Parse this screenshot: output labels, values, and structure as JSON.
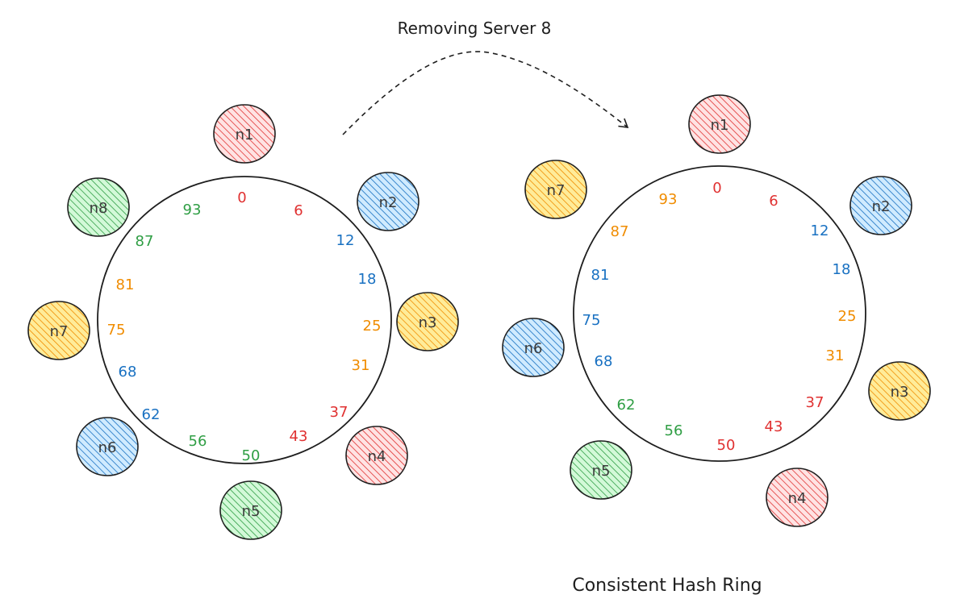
{
  "arrow_label": "Removing Server 8",
  "caption": "Consistent Hash Ring",
  "colors": {
    "red": "#e03131",
    "blue": "#1971c2",
    "green": "#2f9e44",
    "orange": "#f08c00",
    "stroke": "#1e1e1e"
  },
  "rings": [
    {
      "name": "ring-before",
      "nodes": [
        {
          "label": "n1",
          "color": "red"
        },
        {
          "label": "n2",
          "color": "blue"
        },
        {
          "label": "n3",
          "color": "orange"
        },
        {
          "label": "n4",
          "color": "red"
        },
        {
          "label": "n5",
          "color": "green"
        },
        {
          "label": "n6",
          "color": "blue"
        },
        {
          "label": "n7",
          "color": "orange"
        },
        {
          "label": "n8",
          "color": "green"
        }
      ],
      "numbers": [
        {
          "text": "0",
          "color": "red"
        },
        {
          "text": "6",
          "color": "red"
        },
        {
          "text": "12",
          "color": "blue"
        },
        {
          "text": "18",
          "color": "blue"
        },
        {
          "text": "25",
          "color": "orange"
        },
        {
          "text": "31",
          "color": "orange"
        },
        {
          "text": "37",
          "color": "red"
        },
        {
          "text": "43",
          "color": "red"
        },
        {
          "text": "50",
          "color": "green"
        },
        {
          "text": "56",
          "color": "green"
        },
        {
          "text": "62",
          "color": "blue"
        },
        {
          "text": "68",
          "color": "blue"
        },
        {
          "text": "75",
          "color": "orange"
        },
        {
          "text": "81",
          "color": "orange"
        },
        {
          "text": "87",
          "color": "green"
        },
        {
          "text": "93",
          "color": "green"
        }
      ]
    },
    {
      "name": "ring-after",
      "nodes": [
        {
          "label": "n1",
          "color": "red"
        },
        {
          "label": "n2",
          "color": "blue"
        },
        {
          "label": "n3",
          "color": "orange"
        },
        {
          "label": "n4",
          "color": "red"
        },
        {
          "label": "n5",
          "color": "green"
        },
        {
          "label": "n6",
          "color": "blue"
        },
        {
          "label": "n7",
          "color": "orange"
        }
      ],
      "numbers": [
        {
          "text": "0",
          "color": "red"
        },
        {
          "text": "6",
          "color": "red"
        },
        {
          "text": "12",
          "color": "blue"
        },
        {
          "text": "18",
          "color": "blue"
        },
        {
          "text": "25",
          "color": "orange"
        },
        {
          "text": "31",
          "color": "orange"
        },
        {
          "text": "37",
          "color": "red"
        },
        {
          "text": "43",
          "color": "red"
        },
        {
          "text": "50",
          "color": "red"
        },
        {
          "text": "56",
          "color": "green"
        },
        {
          "text": "62",
          "color": "green"
        },
        {
          "text": "68",
          "color": "blue"
        },
        {
          "text": "75",
          "color": "blue"
        },
        {
          "text": "81",
          "color": "blue"
        },
        {
          "text": "87",
          "color": "orange"
        },
        {
          "text": "93",
          "color": "orange"
        }
      ]
    }
  ]
}
